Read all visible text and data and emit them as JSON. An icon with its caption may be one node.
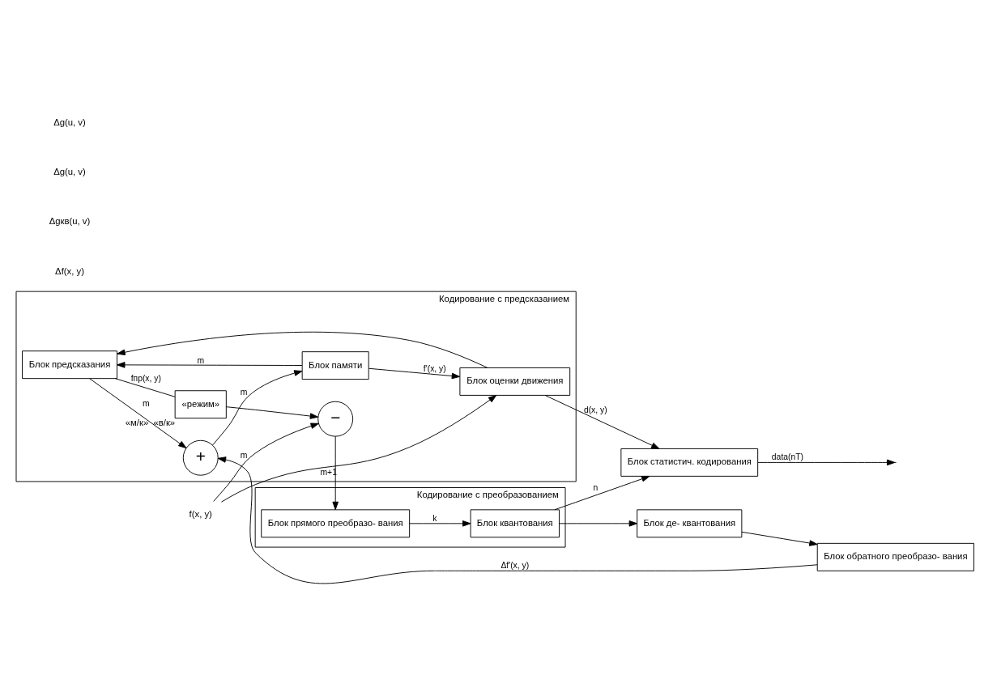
{
  "diagram": {
    "nodes": [
      {
        "text": [
          "Кодирование с преобразованием"
        ]
      },
      {
        "text": [
          "Блок прямого преобразо- вания"
        ],
        "in": 0
      },
      {
        "text": [
          "Блок квантования"
        ],
        "in": 0
      },
      {
        "text": [
          "Кодирование с предсказанием"
        ]
      },
      {
        "text": [
          "−"
        ],
        "in": 3
      },
      {
        "text": [
          "Блок оценки движения"
        ],
        "in": 3
      },
      {
        "text": [
          "Блок предсказания"
        ],
        "in": 3
      },
      {
        "text": [
          "Блок памяти"
        ],
        "in": 3
      },
      {
        "text": [
          "+"
        ],
        "in": 3
      },
      {
        "text": [
          "Блок статистич. кодирования"
        ]
      },
      {
        "text": [
          "Блок де- квантования"
        ]
      },
      {
        "text": [
          "Блок обратного преобразо- вания"
        ]
      },
      {
        "text": [
          "«режим»"
        ],
        "beside": [
          "«м/к»",
          "«в/к»"
        ],
        "in": 3
      },
      {
        "text": [
          "f(x, y)"
        ]
      }
    ],
    "edges": [
      {
        "from": 13,
        "to": 4,
        "arrow": "to",
        "label": "m"
      },
      {
        "from": 13,
        "to": 5,
        "arrow": "to"
      },
      {
        "from": 4,
        "to": 1,
        "arrow": "to",
        "label": "m+1"
      },
      {
        "from": 1,
        "to": 2,
        "arrow": "to",
        "label": "k"
      },
      {
        "from": 2,
        "to": 9,
        "arrow": "to",
        "label": "n"
      },
      {
        "from": 2,
        "to": 10,
        "arrow": "to"
      },
      {
        "from": 5,
        "to": 9,
        "arrow": "to",
        "label": "d(x, y)"
      },
      {
        "from": 5,
        "to": 6,
        "arrow": "to"
      },
      {
        "from": 10,
        "to": 11,
        "arrow": "to"
      },
      {
        "from": 11,
        "to": 8,
        "arrow": "to",
        "label": "Δf'(x, y)"
      },
      {
        "from": 8,
        "to": 7,
        "arrow": "to",
        "label": "m"
      },
      {
        "from": 7,
        "to": 6,
        "arrow": "to",
        "label": "m"
      },
      {
        "from": 7,
        "to": 5,
        "arrow": "to",
        "label": "f'(x, y)"
      },
      {
        "from": 6,
        "to": 12,
        "arrow": "none",
        "label": "fпр(x, y)"
      },
      {
        "from": 6,
        "to": 8,
        "arrow": "to",
        "label": "m"
      },
      {
        "from": 12,
        "to": 4,
        "arrow": "to"
      },
      {
        "from": 9,
        "to": null,
        "arrow": "to",
        "label": "data(nT)"
      }
    ],
    "labels": [
      "Δf(x, y)",
      "Δgкв(u, v)",
      "Δg(u, v)",
      "Δg(u, v)"
    ]
  }
}
